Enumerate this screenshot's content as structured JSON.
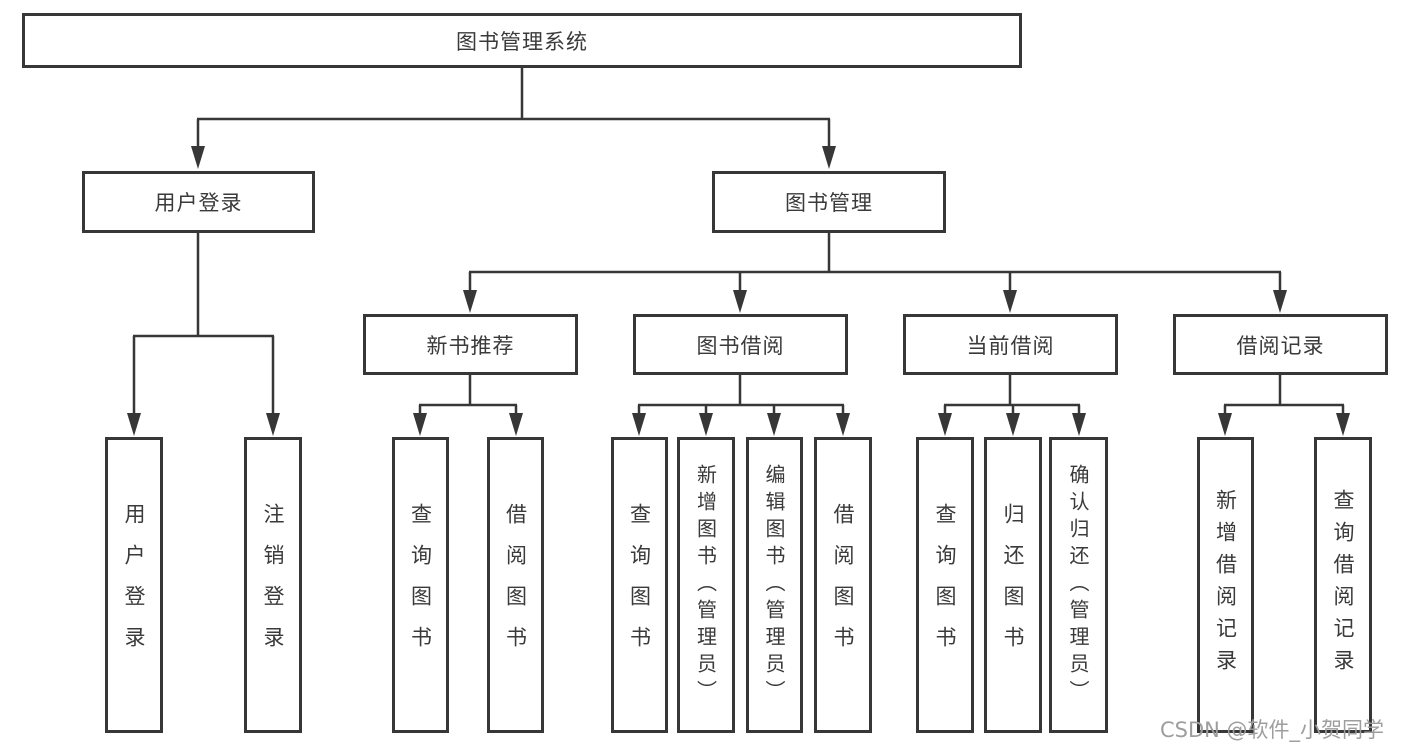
{
  "tree": {
    "root": "图书管理系统",
    "level2": [
      "用户登录",
      "图书管理"
    ],
    "level3": [
      "新书推荐",
      "图书借阅",
      "当前借阅",
      "借阅记录"
    ],
    "leaves_user": [
      "用户登录",
      "注销登录"
    ],
    "leaves_newbook": [
      "查询图书",
      "借阅图书"
    ],
    "leaves_borrow": [
      "查询图书",
      "新增图书（管理员）",
      "编辑图书（管理员）",
      "借阅图书"
    ],
    "leaves_current": [
      "查询图书",
      "归还图书",
      "确认归还（管理员）"
    ],
    "leaves_records": [
      "新增借阅记录",
      "查询借阅记录"
    ]
  },
  "watermark": "CSDN @软件_小贺同学",
  "colors": {
    "line": "#373737",
    "text": "#3a3a3a",
    "background": "#ffffff",
    "watermark": "#9e9e9e"
  }
}
